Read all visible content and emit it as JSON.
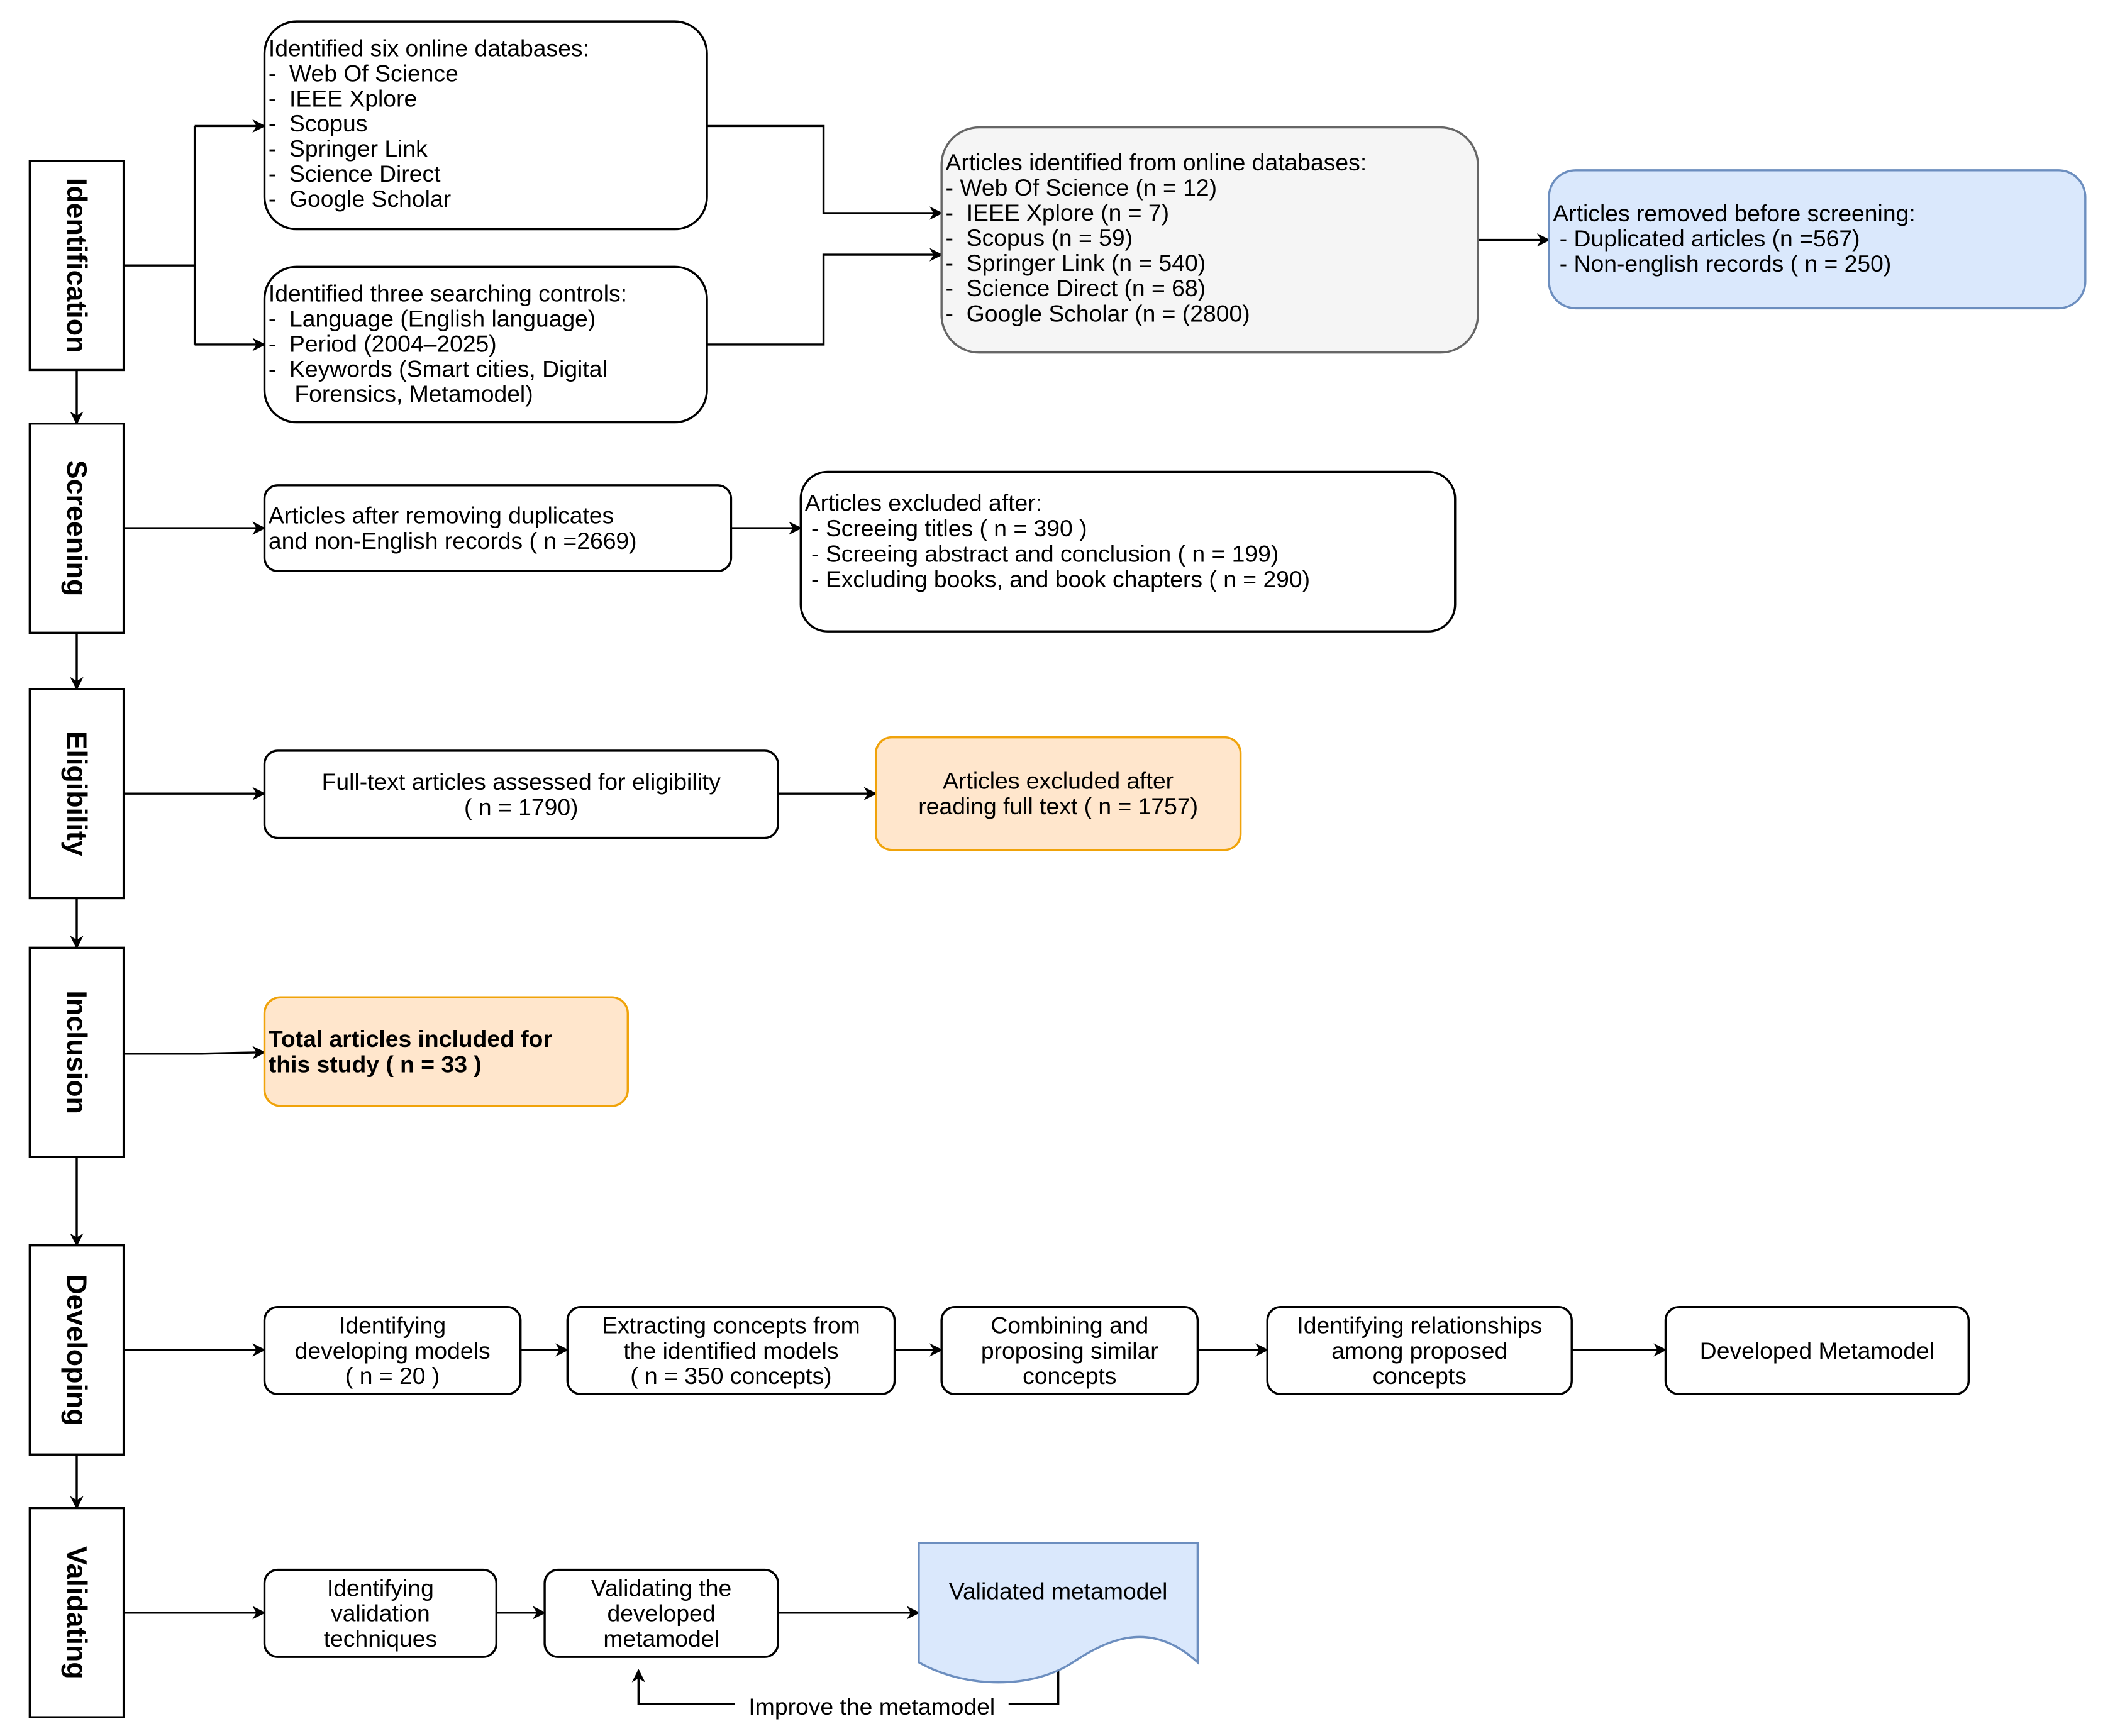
{
  "colors": {
    "gray_fill": "#f5f5f5",
    "gray_stroke": "#666666",
    "blue_fill": "#dae8fc",
    "blue_stroke": "#6c8ebf",
    "orange_fill": "#ffe6cc",
    "orange_stroke": "#f0a30a"
  },
  "stages": [
    "Identification",
    "Screening",
    "Eligibility",
    "Inclusion",
    "Developing",
    "Validating"
  ],
  "identification": {
    "databases": [
      "Identified six online databases:",
      "-  Web Of Science",
      "-  IEEE Xplore",
      "-  Scopus",
      "-  Springer Link",
      "-  Science Direct",
      "-  Google Scholar"
    ],
    "controls": [
      "Identified three searching controls:",
      "-  Language (English language)",
      "-  Period (2004–2025)",
      "-  Keywords (Smart cities, Digital",
      "    Forensics, Metamodel)"
    ],
    "identified": [
      "Articles identified from online databases:",
      "- Web Of Science (n = 12)",
      "-  IEEE Xplore (n = 7)",
      "-  Scopus (n = 59)",
      "-  Springer Link (n = 540)",
      "-  Science Direct (n = 68)",
      "-  Google Scholar (n = (2800)"
    ],
    "removed": [
      "Articles removed before screening:",
      " - Duplicated articles (n =567)",
      " - Non-english records ( n = 250)"
    ]
  },
  "screening": {
    "after": [
      "Articles after removing duplicates",
      "and non-English records ( n =2669)"
    ],
    "excluded": [
      "Articles excluded after:",
      " - Screeing titles ( n = 390 )",
      " - Screeing abstract and conclusion ( n = 199)",
      " - Excluding books, and book chapters ( n = 290)"
    ]
  },
  "eligibility": {
    "assessed": [
      "Full-text articles assessed for eligibility",
      "( n = 1790)"
    ],
    "excluded": [
      "Articles excluded after",
      "reading full text ( n = 1757)"
    ]
  },
  "inclusion": {
    "total": [
      "Total articles included for",
      "this study ( n = 33 )"
    ]
  },
  "developing": {
    "steps": [
      [
        "Identifying",
        "developing models",
        "( n = 20 )"
      ],
      [
        "Extracting concepts from",
        "the identified models",
        "( n = 350 concepts)"
      ],
      [
        "Combining and",
        "proposing similar",
        "concepts"
      ],
      [
        "Identifying relationships",
        "among proposed",
        "concepts"
      ],
      [
        "Developed Metamodel"
      ]
    ]
  },
  "validating": {
    "steps": [
      [
        "Identifying",
        "validation",
        "techniques"
      ],
      [
        "Validating the",
        "developed",
        "metamodel"
      ]
    ],
    "result": "Validated metamodel",
    "feedback": "Improve the metamodel"
  }
}
